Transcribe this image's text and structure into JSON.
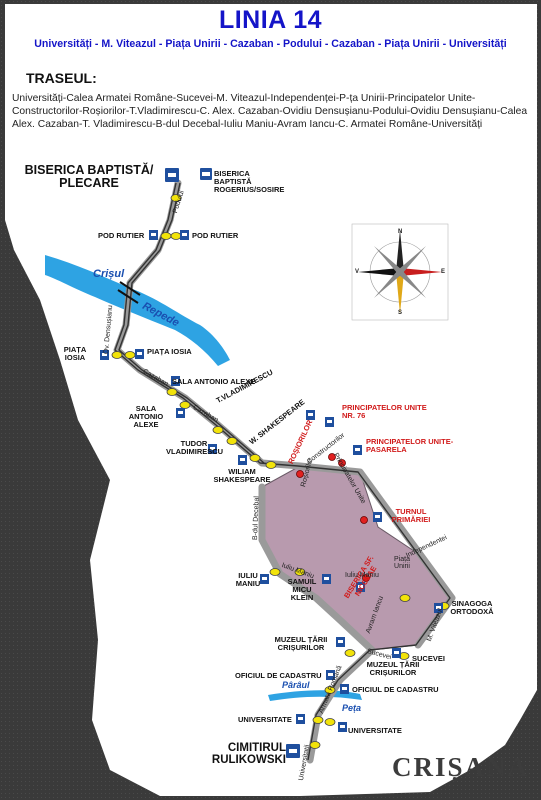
{
  "header": {
    "title": "LINIA 14",
    "subtitle": "Universități - M. Viteazul - Piața Unirii - Cazaban - Podului - Cazaban - Piața Unirii - Universități"
  },
  "route": {
    "heading": "TRASEUL:",
    "description": "Universități-Calea Armatei Române-Sucevei-M. Viteazul-Independenței-P-ța Unirii-Principatelor Unite-Constructorilor-Roșiorilor-T.Vladimirescu-C. Alex. Cazaban-Ovidiu Densușianu-Podului-Ovidiu Densușianu-Calea Alex. Cazaban-T. Vladimirescu-B-dul Decebal-Iuliu Maniu-Avram Iancu-C. Armatei Române-Universități"
  },
  "stops": {
    "biserica_baptista": "BISERICA BAPTISTĂ/ PLECARE",
    "biserica_baptista_rogerius": "BISERICA BAPTISTĂ ROGERIUS/SOSIRE",
    "pod_rutier_left": "POD RUTIER",
    "pod_rutier_right": "POD RUTIER",
    "piata_iosia_right": "PIAȚA IOSIA",
    "piata_iosia_left": "PIAȚA IOSIA",
    "sala_antonio_alexe_right": "SALA ANTONIO ALEXE",
    "sala_antonio_alexe_left": "SALA ANTONIO ALEXE",
    "t_vladimirescu_right": "T.VLADIMIRESCU",
    "tudor_vladimirescu_left": "TUDOR VLADIMIRESCU",
    "w_shakespeare_right": "W. SHAKESPEARE",
    "wiliam_shakespeare_left": "WILIAM SHAKESPEARE",
    "rosiorilor": "ROȘIORILOR",
    "principatelor_unite_76": "PRINCIPATELOR UNITE NR. 76",
    "principatelor_unite_pasarela": "PRINCIPATELOR UNITE-PASARELA",
    "turnul_primariei": "TURNUL PRIMĂRIEI",
    "iuliu_maniu": "IULIU MANIU",
    "samuil_micu_klein": "SAMUIL MICU KLEIN",
    "biserica_sf_nicolae": "BISERICA SF. NICOLAE",
    "sinagoga_ortodoxa": "SINAGOGA ORTODOXĂ",
    "muzeul_tarii_crisurilor_left": "MUZEUL ȚĂRII CRIȘURILOR",
    "muzeul_tarii_crisurilor_right": "MUZEUL ȚĂRII CRIȘURILOR",
    "sucevei": "SUCEVEI",
    "oficiul_de_cadastru_left": "OFICIUL DE CADASTRU",
    "oficiul_de_cadastru_right": "OFICIUL DE CADASTRU",
    "universitate_left": "UNIVERSITATE",
    "universitate_right": "UNIVERSITATE",
    "cimitirul_rulikowski": "CIMITIRUL RULIKOWSKI"
  },
  "streets": {
    "podului": "Podului",
    "ov_densusianu": "Ov. Densușianu",
    "cazaban_1": "Cazaban",
    "cazaban_2": "Cazaban",
    "rosiorilor": "Roșiorilor",
    "constructorilor": "Constructorilor",
    "principatelor_unite": "Principatelor Unite",
    "b_dul_decebal": "B-dul Decebal",
    "iuliu_maniu_1": "Iuliu Maniu",
    "iuliu_maniu_2": "Iuliu Maniu",
    "independentei": "Independentei",
    "piata_unirii": "Piața Unirii",
    "avram_iancu": "Avram Iancu",
    "m_viteazul": "M. Viteazul",
    "sucevei": "Sucevei",
    "armata_romana": "Armata Română",
    "universitatii": "Universitatii"
  },
  "water": {
    "crisul": "Crișul",
    "repede": "Repede",
    "paraul": "Pârâul",
    "peta": "Peța"
  },
  "compass": {
    "n": "N",
    "s": "S",
    "e": "E",
    "v": "V"
  },
  "watermark": "CRIȘANA",
  "colors": {
    "title": "#1414c8",
    "stop_marker": "#f2e30a",
    "bus_sign": "#1f4f9e",
    "center_area": "#b89aae",
    "river": "#2ea3e3",
    "highlight_stop_text": "#d11a1a"
  }
}
